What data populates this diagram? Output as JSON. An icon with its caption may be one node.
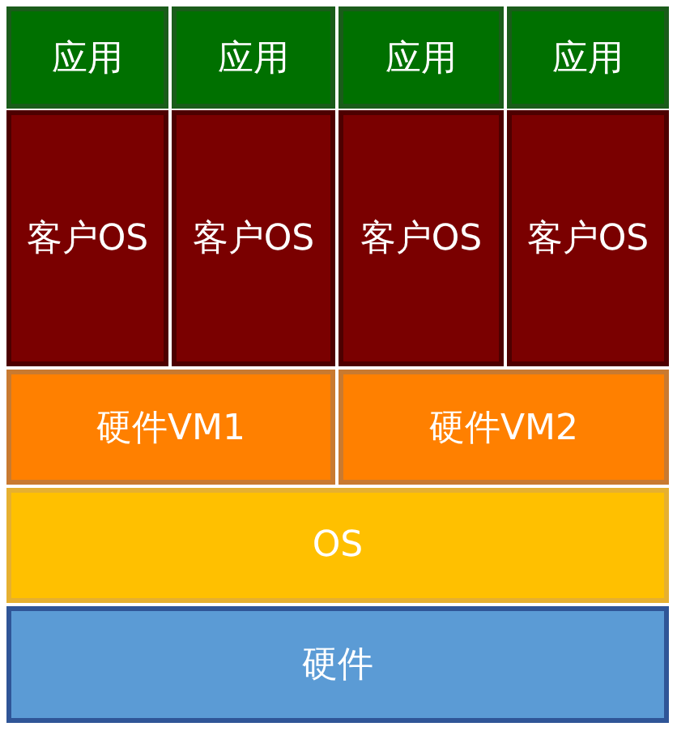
{
  "diagram": {
    "nodes": [
      {
        "text": [
          "应用"
        ]
      },
      {
        "text": [
          "应用"
        ]
      },
      {
        "text": [
          "应用"
        ]
      },
      {
        "text": [
          "应用"
        ]
      },
      {
        "text": [
          "客户OS"
        ]
      },
      {
        "text": [
          "客户OS"
        ]
      },
      {
        "text": [
          "客户OS"
        ]
      },
      {
        "text": [
          "客户OS"
        ]
      },
      {
        "text": [
          "硬件VM1"
        ]
      },
      {
        "text": [
          "硬件VM2"
        ]
      },
      {
        "text": [
          "OS"
        ]
      },
      {
        "text": [
          "硬件"
        ]
      }
    ]
  }
}
